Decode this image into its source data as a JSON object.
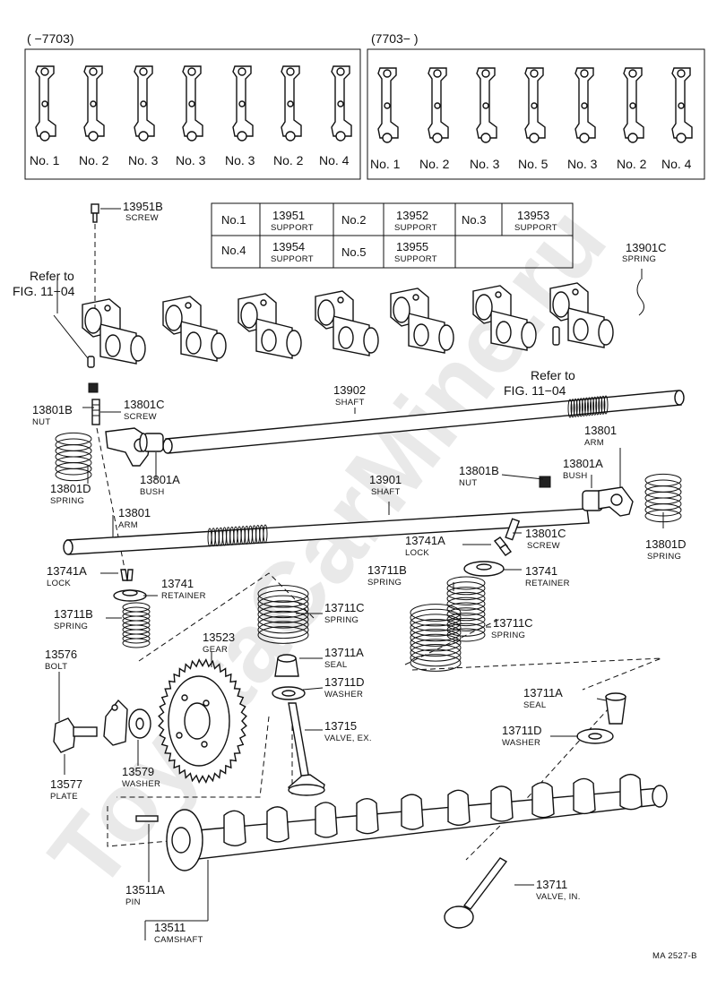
{
  "supports_early": {
    "range": "(     −7703)",
    "labels": [
      "No. 1",
      "No. 2",
      "No. 3",
      "No. 3",
      "No. 3",
      "No. 2",
      "No. 4"
    ]
  },
  "supports_late": {
    "range": "(7703−      )",
    "labels": [
      "No. 1",
      "No. 2",
      "No. 3",
      "No. 5",
      "No. 3",
      "No. 2",
      "No. 4"
    ]
  },
  "support_table": [
    {
      "no": "No.1",
      "part": "13951",
      "name": "SUPPORT"
    },
    {
      "no": "No.2",
      "part": "13952",
      "name": "SUPPORT"
    },
    {
      "no": "No.3",
      "part": "13953",
      "name": "SUPPORT"
    },
    {
      "no": "No.4",
      "part": "13954",
      "name": "SUPPORT"
    },
    {
      "no": "No.5",
      "part": "13955",
      "name": "SUPPORT"
    }
  ],
  "refs": {
    "ref1_line1": "Refer to",
    "ref1_line2": "FIG. 11−04",
    "ref2_line1": "Refer to",
    "ref2_line2": "FIG. 11−04"
  },
  "callouts": {
    "c13951B": {
      "pn": "13951B",
      "name": "SCREW"
    },
    "c13901C": {
      "pn": "13901C",
      "name": "SPRING"
    },
    "c13801B_a": {
      "pn": "13801B",
      "name": "NUT"
    },
    "c13801C_a": {
      "pn": "13801C",
      "name": "SCREW"
    },
    "c13902": {
      "pn": "13902",
      "name": "SHAFT"
    },
    "c13801D_a": {
      "pn": "13801D",
      "name": "SPRING"
    },
    "c13801A_a": {
      "pn": "13801A",
      "name": "BUSH"
    },
    "c13801_r": {
      "pn": "13801",
      "name": "ARM"
    },
    "c13801B_b": {
      "pn": "13801B",
      "name": "NUT"
    },
    "c13801A_b": {
      "pn": "13801A",
      "name": "BUSH"
    },
    "c13901": {
      "pn": "13901",
      "name": "SHAFT"
    },
    "c13801_l": {
      "pn": "13801",
      "name": "ARM"
    },
    "c13741A_r": {
      "pn": "13741A",
      "name": "LOCK"
    },
    "c13801C_b": {
      "pn": "13801C",
      "name": "SCREW"
    },
    "c13801D_b": {
      "pn": "13801D",
      "name": "SPRING"
    },
    "c13711B_r": {
      "pn": "13711B",
      "name": "SPRING"
    },
    "c13741_r": {
      "pn": "13741",
      "name": "RETAINER"
    },
    "c13741A_l": {
      "pn": "13741A",
      "name": "LOCK"
    },
    "c13741_l": {
      "pn": "13741",
      "name": "RETAINER"
    },
    "c13711C_m": {
      "pn": "13711C",
      "name": "SPRING"
    },
    "c13711C_r": {
      "pn": "13711C",
      "name": "SPRING"
    },
    "c13711B_l": {
      "pn": "13711B",
      "name": "SPRING"
    },
    "c13523": {
      "pn": "13523",
      "name": "GEAR"
    },
    "c13711A_m": {
      "pn": "13711A",
      "name": "SEAL"
    },
    "c13711D_m": {
      "pn": "13711D",
      "name": "WASHER"
    },
    "c13576": {
      "pn": "13576",
      "name": "BOLT"
    },
    "c13711A_r": {
      "pn": "13711A",
      "name": "SEAL"
    },
    "c13715": {
      "pn": "13715",
      "name": "VALVE, EX."
    },
    "c13711D_r": {
      "pn": "13711D",
      "name": "WASHER"
    },
    "c13577": {
      "pn": "13577",
      "name": "PLATE"
    },
    "c13579": {
      "pn": "13579",
      "name": "WASHER"
    },
    "c13511A": {
      "pn": "13511A",
      "name": "PIN"
    },
    "c13711": {
      "pn": "13711",
      "name": "VALVE, IN."
    },
    "c13511": {
      "pn": "13511",
      "name": "CAMSHAFT"
    }
  },
  "watermark": "ToyotaCarMine.ru",
  "figure_code": "MA 2527-B"
}
